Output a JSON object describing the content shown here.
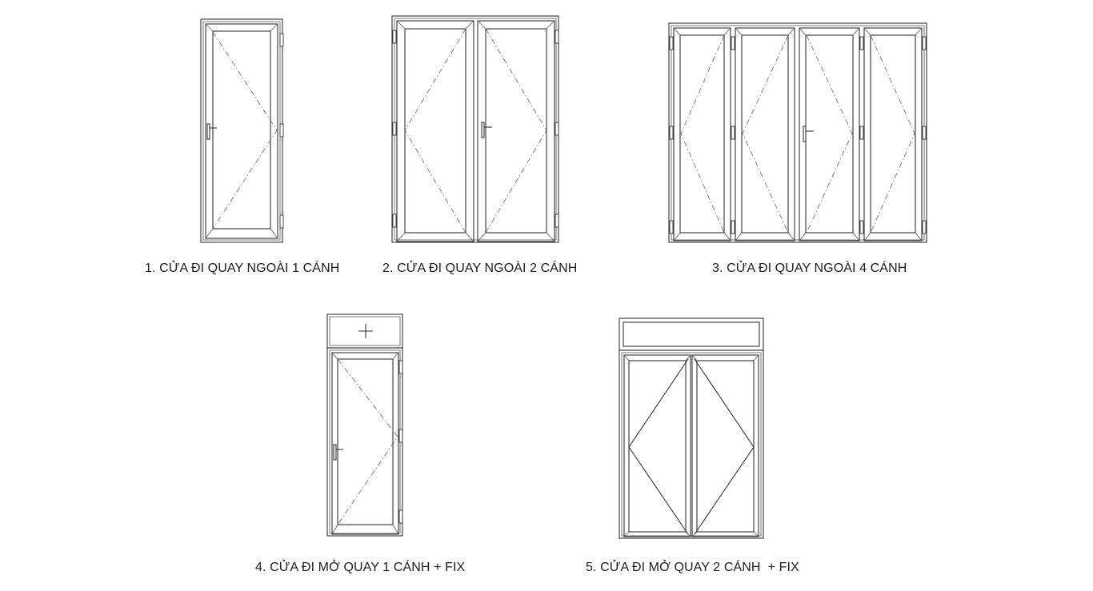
{
  "captions": {
    "door1": "1. CỬA ĐI QUAY NGOÀI 1 CÁNH",
    "door2": "2. CỬA ĐI QUAY NGOÀI 2 CÁNH",
    "door3": "3. CỬA ĐI QUAY NGOÀI 4 CÁNH",
    "door4": "4. CỬA ĐI MỞ QUAY 1 CÁNH + FIX",
    "door5": "5. CỬA ĐI MỞ QUAY 2 CÁNH  + FIX"
  },
  "colors": {
    "background": "#ffffff",
    "line": "#333333"
  }
}
